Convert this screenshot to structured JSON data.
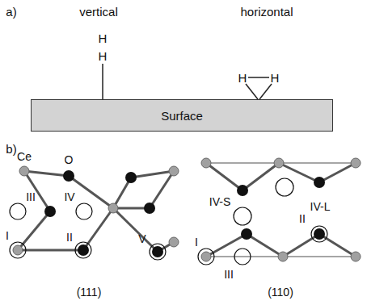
{
  "diagram": {
    "nodes": [
      {
        "text": [
          "Surface"
        ]
      }
    ],
    "labels": [
      "a)",
      "vertical",
      "horizontal",
      "H",
      "H",
      "H",
      "H",
      "b)",
      "Ce",
      "O",
      "III",
      "IV",
      "I",
      "II",
      "V",
      "IV-S",
      "IV-L",
      "I",
      "II",
      "III",
      "(111)",
      "(110)"
    ]
  }
}
